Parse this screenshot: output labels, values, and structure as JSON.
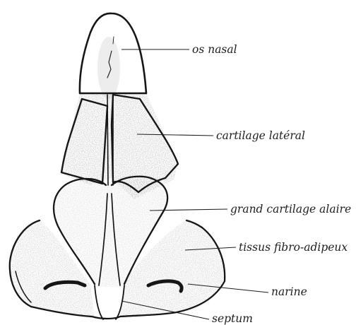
{
  "labels": {
    "os_nasal": "os nasal",
    "cartilage_lateral": "cartilage latéral",
    "grand_cartilage_alaire": "grand cartilage alaire",
    "tissus_fibro_adipeux": "tissus fibro-adipeux",
    "narine": "narine",
    "septum": "septum"
  },
  "colors": {
    "ink": "#161616",
    "stipple": "#8a8a8a",
    "background": "#ffffff"
  }
}
